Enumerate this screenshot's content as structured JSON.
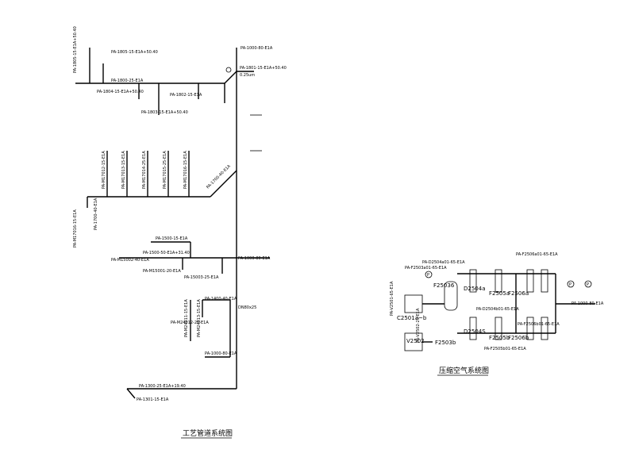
{
  "left_diagram": {
    "title": "工艺管道系统图",
    "labels": {
      "l1": "PA-1805-15-E1A+50.40",
      "l2": "PA-1805-15-E1A+50.40",
      "l3": "PA-1800-25-E1A",
      "l4": "PA-1804-15-E1A+50.40",
      "l5": "PA-1803-15-E1A+50.40",
      "l6": "PA-1802-15-E1A",
      "l7": "PA-1000-80-E1A",
      "l8": "PA-1801-15-E1A+50.40",
      "l9": "0.25um",
      "v1": "PA-M17012-15-E1A",
      "v2": "PA-M17013-15-E1A",
      "v3": "PA-M17014-25-E1A",
      "v4": "PA-M17015-25-E1A",
      "v5": "PA-M17016-15-E1A",
      "l10": "PA-1700-40-E1A",
      "l11": "PA-1700-40-E1A",
      "v6": "PA-M17016-15-E1A",
      "l12": "PA-1500-15-E1A",
      "l13": "PA-1500-50-E1A+31.40",
      "l14": "PA-M15002-40-E1A",
      "l15": "PA-M15001-20-E1A",
      "l16": "PA-15003-25-E1A",
      "l17": "PA-1000-80-E1A",
      "l18": "PA-1400-40-E1A",
      "l19": "PA-M24012-20-E1A",
      "v7": "PA-M24011-15-E1A",
      "v8": "PA-M24013-15-E1A",
      "l20": "PA-1000-80-E1A",
      "l21": "PA-1300-25-E1A+19.40",
      "l22": "PA-1301-15-E1A",
      "l23": "DN80x25"
    }
  },
  "right_diagram": {
    "title": "压缩空气系统图",
    "labels": {
      "r1": "PA-D2504a01-65-E1A",
      "r2": "PA-F2503a01-65-E1A",
      "r3": "F25036",
      "r4": "D2504a",
      "r5": "F2505a",
      "r6": "F2506a",
      "r7": "PA-F2506a01-65-E1A",
      "r8": "PA-1000-80-E1A",
      "r9": "C2501a~b",
      "r10": "V2502",
      "r11": "F2503b",
      "r12": "D2504S",
      "r13": "F2505b",
      "r14": "F2506b",
      "r15": "PA-F2506b01-65-E1A",
      "r16": "PA-D2504b01-65-E1A",
      "r17": "PA-F2505b01-65-E1A",
      "r18": "PA-V2501-65-E1A",
      "r19": "PA-V2502-25-E1A",
      "r20": "P",
      "r21": "P",
      "r22": "P"
    }
  }
}
